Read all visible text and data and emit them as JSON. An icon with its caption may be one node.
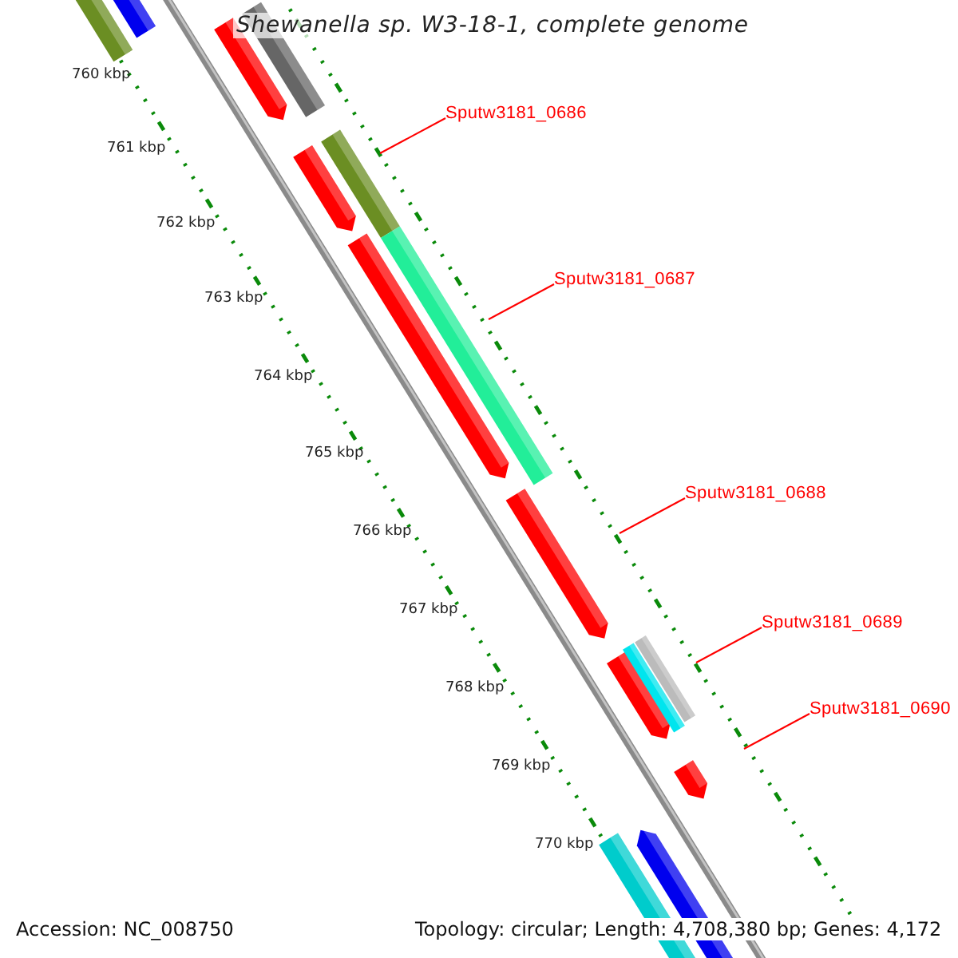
{
  "diagram": {
    "title": "Shewanella sp. W3-18-1, complete genome",
    "nodes": [
      {
        "text": [
          "Sputw3181_0686"
        ]
      },
      {
        "text": [
          "Sputw3181_0687"
        ]
      },
      {
        "text": [
          "Sputw3181_0688"
        ]
      },
      {
        "text": [
          "Sputw3181_0689"
        ]
      },
      {
        "text": [
          "Sputw3181_0690"
        ]
      }
    ],
    "edges": [
      {
        "from": 0,
        "to": null,
        "arrow": "none"
      },
      {
        "from": 1,
        "to": null,
        "arrow": "none"
      },
      {
        "from": 2,
        "to": null,
        "arrow": "none"
      },
      {
        "from": 3,
        "to": null,
        "arrow": "none"
      },
      {
        "from": 4,
        "to": null,
        "arrow": "none"
      }
    ],
    "labels": [
      "760 kbp",
      "761 kbp",
      "762 kbp",
      "763 kbp",
      "764 kbp",
      "765 kbp",
      "766 kbp",
      "767 kbp",
      "768 kbp",
      "769 kbp",
      "770 kbp",
      "Accession: NC_008750",
      "Topology: circular; Length: 4,708,380 bp; Genes: 4,172"
    ]
  }
}
